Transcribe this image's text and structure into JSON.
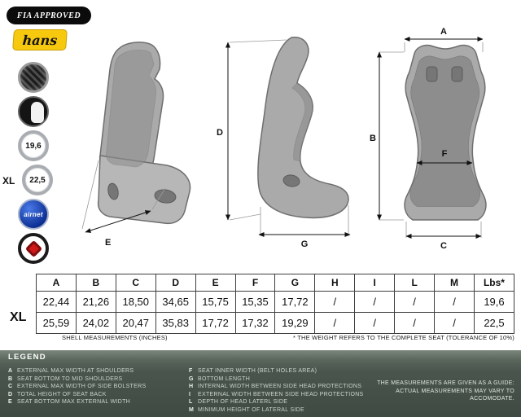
{
  "header": {
    "fia_badge": "FIA APPROVED",
    "hans_logo": "hans"
  },
  "icons": {
    "weight_standard": "19,6",
    "weight_xl": "22,5",
    "xl_prefix": "XL",
    "airnet_label": "airnet"
  },
  "dims": {
    "a": "A",
    "b": "B",
    "c": "C",
    "d": "D",
    "e": "E",
    "f": "F",
    "g": "G"
  },
  "table": {
    "columns": [
      "A",
      "B",
      "C",
      "D",
      "E",
      "F",
      "G",
      "H",
      "I",
      "L",
      "M",
      "Lbs*"
    ],
    "rows": [
      {
        "label": "",
        "values": [
          "22,44",
          "21,26",
          "18,50",
          "34,65",
          "15,75",
          "15,35",
          "17,72",
          "/",
          "/",
          "/",
          "/",
          "19,6"
        ]
      },
      {
        "label": "XL",
        "values": [
          "25,59",
          "24,02",
          "20,47",
          "35,83",
          "17,72",
          "17,32",
          "19,29",
          "/",
          "/",
          "/",
          "/",
          "22,5"
        ]
      }
    ],
    "note_left": "SHELL MEASUREMENTS (INCHES)",
    "note_right": "* THE WEIGHT REFERS TO THE COMPLETE SEAT (TOLERANCE OF 10%)"
  },
  "legend": {
    "title": "LEGEND",
    "items_left": [
      {
        "key": "A",
        "text": "EXTERNAL MAX WIDTH AT SHOULDERS"
      },
      {
        "key": "B",
        "text": "SEAT BOTTOM TO MID SHOULDERS"
      },
      {
        "key": "C",
        "text": "EXTERNAL MAX WIDTH OF SIDE BOLSTERS"
      },
      {
        "key": "D",
        "text": "TOTAL HEIGHT OF SEAT BACK"
      },
      {
        "key": "E",
        "text": "SEAT BOTTOM MAX EXTERNAL WIDTH"
      }
    ],
    "items_right": [
      {
        "key": "F",
        "text": "SEAT INNER WIDTH (BELT HOLES AREA)"
      },
      {
        "key": "G",
        "text": "BOTTOM LENGTH"
      },
      {
        "key": "H",
        "text": "INTERNAL WIDTH BETWEEN SIDE HEAD PROTECTIONS"
      },
      {
        "key": "I",
        "text": "EXTERNAL WIDTH BETWEEN SIDE HEAD PROTECTIONS"
      },
      {
        "key": "L",
        "text": "DEPTH OF HEAD LATERL SIDE"
      },
      {
        "key": "M",
        "text": "MINIMUM HEIGHT OF LATERAL SIDE"
      }
    ],
    "note": "THE MEASUREMENTS ARE GIVEN AS A GUIDE: ACTUAL MEASUREMENTS MAY VARY TO ACCOMODATE."
  },
  "colors": {
    "footer_bg": "#48544c",
    "accent_yellow": "#f6c80e",
    "seat_gray": "#aaaaaa"
  }
}
